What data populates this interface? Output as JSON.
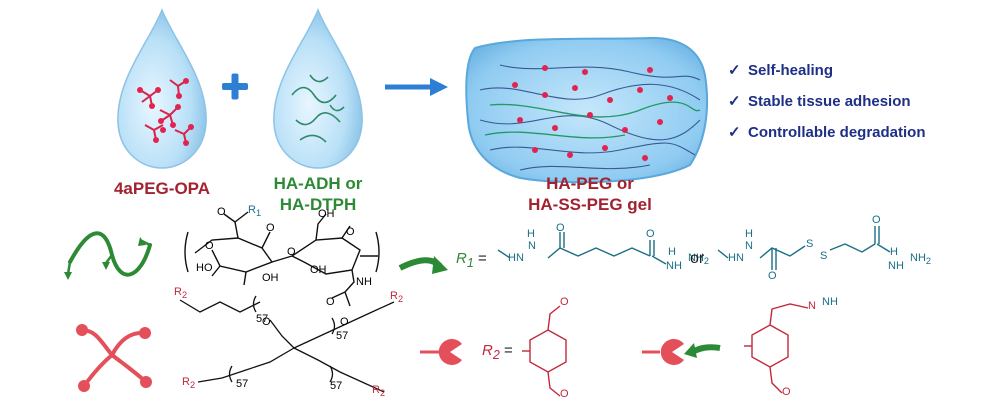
{
  "labels": {
    "component_a": "4aPEG-OPA",
    "component_b_line1": "HA-ADH or",
    "component_b_line2": "HA-DTPH",
    "gel_line1": "HA-PEG or",
    "gel_line2": "HA-SS-PEG gel"
  },
  "features": [
    "Self-healing",
    "Stable tissue adhesion",
    "Controllable degradation"
  ],
  "check_glyph": "✓",
  "chem": {
    "r1": "R",
    "r1_sub": "1",
    "r1_def": "R",
    "r1_def_sub": "1",
    "r2_def": "R",
    "r2_def_sub": "2",
    "equals": "=",
    "or": "or",
    "atoms": {
      "o": "O",
      "oh": "OH",
      "ho": "HO",
      "nh": "NH",
      "hn": "HN",
      "n": "N",
      "h": "H",
      "nh2": "NH",
      "nh2_sub": "2",
      "s": "S",
      "n57": "57"
    }
  },
  "colors": {
    "red": "#a3222f",
    "green": "#2c8a35",
    "navy": "#1d2f86",
    "teal": "#1a6f86",
    "drop": "#a9d8f4",
    "gel": "#7dc2ef",
    "plus": "#2d7fd3"
  }
}
